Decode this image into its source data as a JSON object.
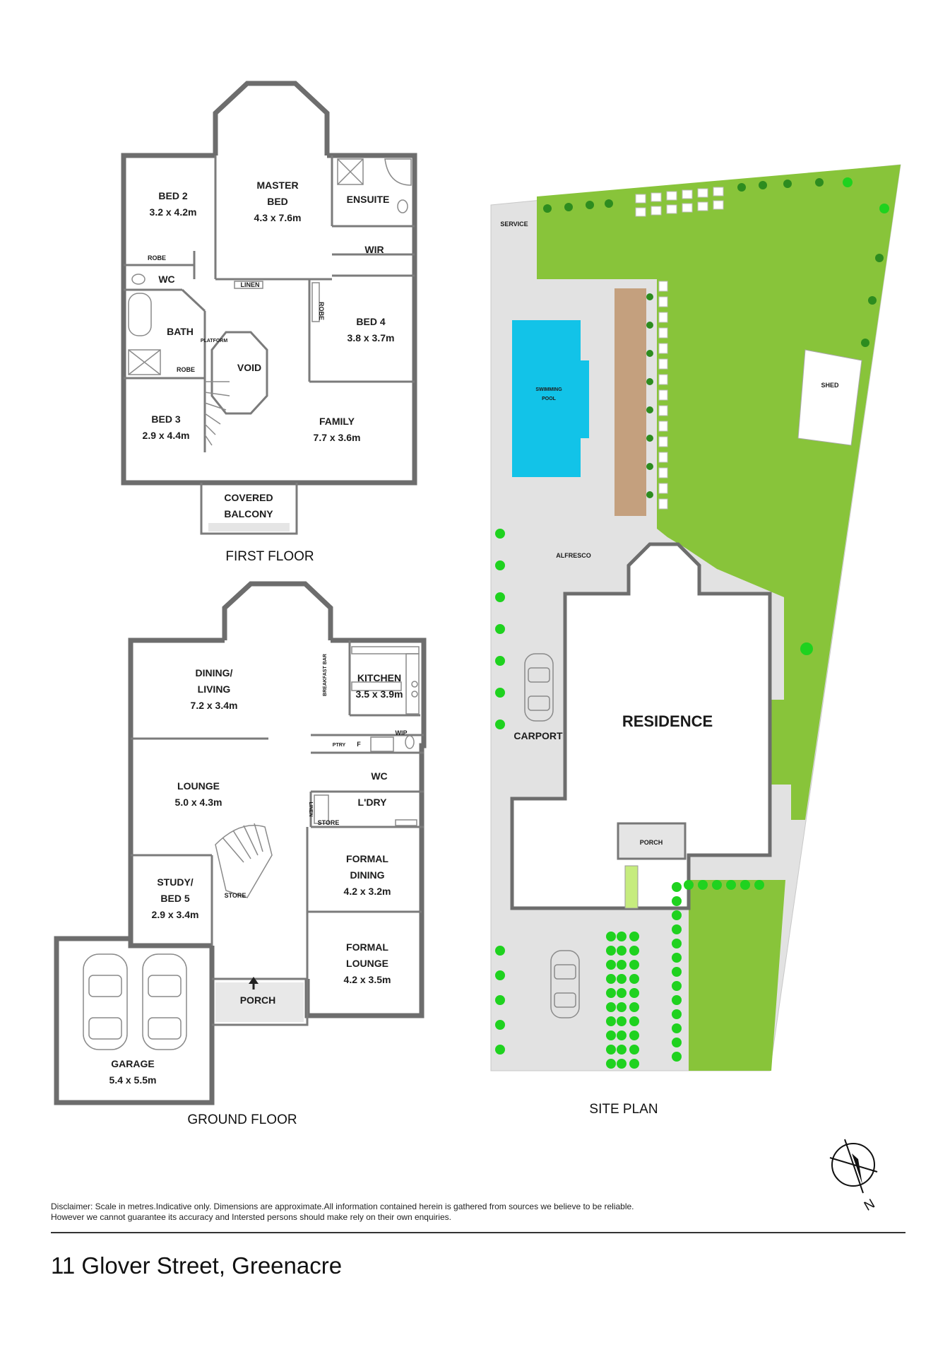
{
  "property": {
    "address": "11 Glover Street, Greenacre"
  },
  "disclaimer": {
    "line1": "Disclaimer: Scale in metres.Indicative only. Dimensions are approximate.All information contained herein is gathered from sources we believe to be reliable.",
    "line2": "However we cannot guarantee its accuracy and Intersted persons should make rely on their own enquiries."
  },
  "first_floor": {
    "title": "FIRST FLOOR",
    "rooms": {
      "bed2": {
        "name": "BED 2",
        "size": "3.2 x 4.2m"
      },
      "master": {
        "name1": "MASTER",
        "name2": "BED",
        "size": "4.3 x 7.6m"
      },
      "ensuite": {
        "name": "ENSUITE"
      },
      "wir": {
        "name": "WIR"
      },
      "robe1": {
        "name": "ROBE"
      },
      "wc": {
        "name": "WC"
      },
      "linen": {
        "name": "LINEN"
      },
      "robe2": {
        "name": "ROBE"
      },
      "bed4": {
        "name": "BED 4",
        "size": "3.8 x 3.7m"
      },
      "bath": {
        "name": "BATH"
      },
      "platform": {
        "name": "PLATFORM"
      },
      "robe3": {
        "name": "ROBE"
      },
      "void": {
        "name": "VOID"
      },
      "bed3": {
        "name": "BED 3",
        "size": "2.9 x 4.4m"
      },
      "family": {
        "name": "FAMILY",
        "size": "7.7 x 3.6m"
      },
      "balcony": {
        "name1": "COVERED",
        "name2": "BALCONY"
      }
    }
  },
  "ground_floor": {
    "title": "GROUND FLOOR",
    "rooms": {
      "dining_living": {
        "name1": "DINING/",
        "name2": "LIVING",
        "size": "7.2 x 3.4m"
      },
      "breakfast_bar": {
        "name": "BREAKFAST BAR"
      },
      "kitchen": {
        "name": "KITCHEN",
        "size": "3.5 x 3.9m"
      },
      "ptry": {
        "name": "PTRY"
      },
      "fridge": {
        "name": "F"
      },
      "wip": {
        "name": "WIP"
      },
      "wc": {
        "name": "WC"
      },
      "lounge": {
        "name": "LOUNGE",
        "size": "5.0 x 4.3m"
      },
      "linen": {
        "name": "LINEN"
      },
      "store1": {
        "name": "STORE"
      },
      "ldry": {
        "name": "L'DRY"
      },
      "formal_dining": {
        "name1": "FORMAL",
        "name2": "DINING",
        "size": "4.2 x 3.2m"
      },
      "study": {
        "name1": "STUDY/",
        "name2": "BED 5",
        "size": "2.9 x 3.4m"
      },
      "store2": {
        "name": "STORE"
      },
      "formal_lounge": {
        "name1": "FORMAL",
        "name2": "LOUNGE",
        "size": "4.2 x 3.5m"
      },
      "porch": {
        "name": "PORCH"
      },
      "garage": {
        "name": "GARAGE",
        "size": "5.4 x 5.5m"
      }
    }
  },
  "site_plan": {
    "title": "SITE PLAN",
    "labels": {
      "service": "SERVICE",
      "pool1": "SWIMMING",
      "pool2": "POOL",
      "shed": "SHED",
      "alfresco": "ALFRESCO",
      "residence": "RESIDENCE",
      "carport": "CARPORT",
      "porch": "PORCH"
    },
    "colors": {
      "lawn": "#88c43a",
      "pool": "#12c3e8",
      "deck": "#c4a07e",
      "hedge": "#1fd21f",
      "paving": "#e2e2e2"
    }
  },
  "compass": {
    "label": "N"
  }
}
